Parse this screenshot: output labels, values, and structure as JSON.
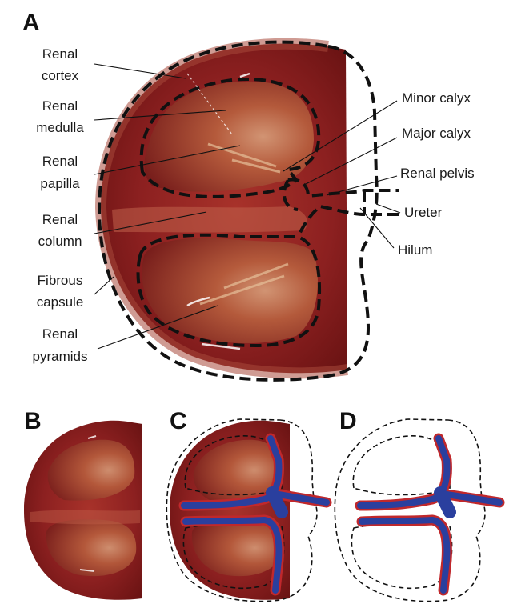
{
  "panels": {
    "A": "A",
    "B": "B",
    "C": "C",
    "D": "D"
  },
  "labels_left": {
    "cortex": [
      "Renal",
      "cortex"
    ],
    "medulla": [
      "Renal",
      "medulla"
    ],
    "papilla": [
      "Renal",
      "papilla"
    ],
    "column": [
      "Renal",
      "column"
    ],
    "capsule": [
      "Fibrous",
      "capsule"
    ],
    "pyramids": [
      "Renal",
      "pyramids"
    ]
  },
  "labels_right": {
    "minor_calyx": "Minor calyx",
    "major_calyx": "Major calyx",
    "renal_pelvis": "Renal pelvis",
    "ureter": "Ureter",
    "hilum": "Hilum"
  },
  "colors": {
    "tissue_dark": "#6e1414",
    "tissue_mid": "#9a2626",
    "tissue_light": "#c8503e",
    "medulla_pale": "#d49a78",
    "vessel_blue": "#2a3f9e",
    "vessel_red": "#c0282c"
  }
}
